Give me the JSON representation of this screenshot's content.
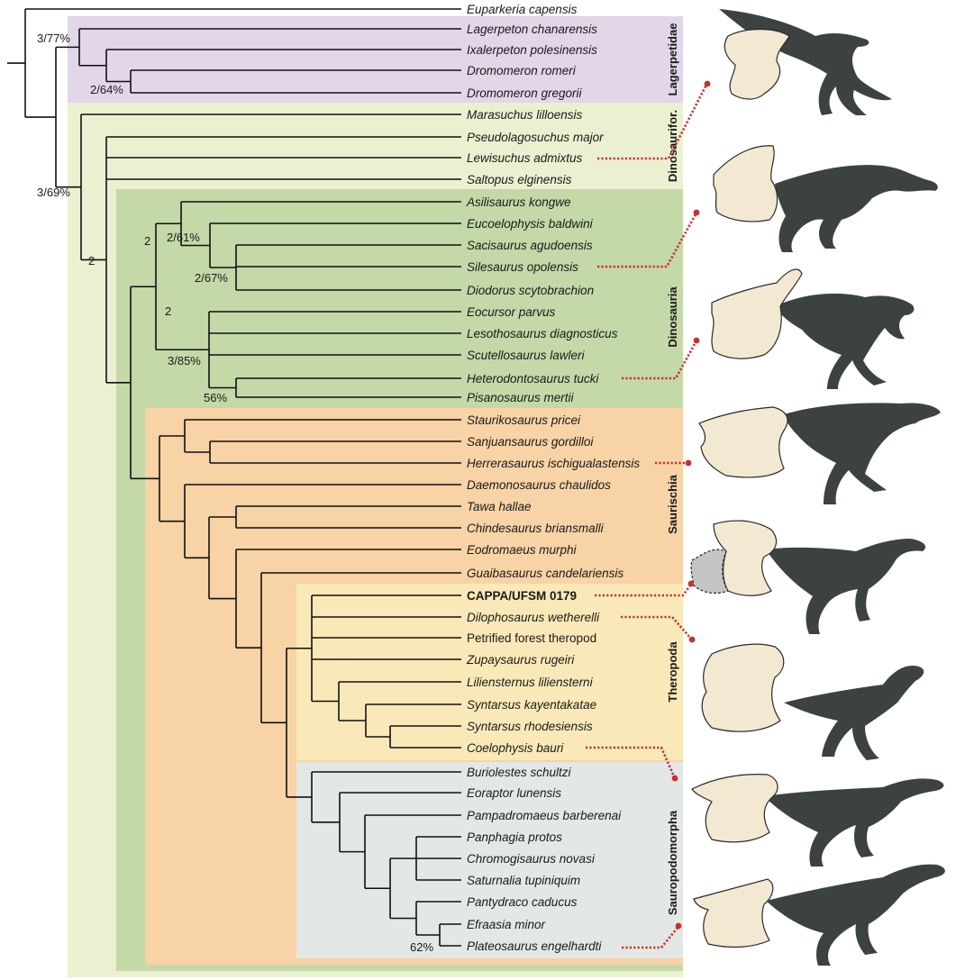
{
  "colors": {
    "lagerpetidae": "#e2d6e8",
    "dinosauriformes": "#ebf0d0",
    "dinosauria": "#c4d8a8",
    "saurischia": "#f7d3a6",
    "theropoda": "#fae9b8",
    "sauropodomorpha": "#e3e7e6",
    "leader": "#c7302e",
    "silhouette": "#3c4240",
    "bone": "#f3e8d2"
  },
  "clades": {
    "lagerpetidae": "Lagerpetidae",
    "dinosauriformes": "Dinosaurifor.",
    "dinosauria": "Dinosauria",
    "saurischia": "Saurischia",
    "theropoda": "Theropoda",
    "sauropodomorpha": "Sauropodomorpha"
  },
  "taxa": [
    {
      "name": "Euparkeria capensis",
      "style": "italic"
    },
    {
      "name": "Lagerpeton chanarensis",
      "style": "italic"
    },
    {
      "name": "Ixalerpeton polesinensis",
      "style": "italic"
    },
    {
      "name": "Dromomeron romeri",
      "style": "italic"
    },
    {
      "name": "Dromomeron gregorii",
      "style": "italic"
    },
    {
      "name": "Marasuchus lilloensis",
      "style": "italic"
    },
    {
      "name": "Pseudolagosuchus major",
      "style": "italic"
    },
    {
      "name": "Lewisuchus admixtus",
      "style": "italic"
    },
    {
      "name": "Saltopus elginensis",
      "style": "italic"
    },
    {
      "name": "Asilisaurus kongwe",
      "style": "italic"
    },
    {
      "name": "Eucoelophysis baldwini",
      "style": "italic"
    },
    {
      "name": "Sacisaurus agudoensis",
      "style": "italic"
    },
    {
      "name": "Silesaurus opolensis",
      "style": "italic"
    },
    {
      "name": "Diodorus scytobrachion",
      "style": "italic"
    },
    {
      "name": "Eocursor parvus",
      "style": "italic"
    },
    {
      "name": "Lesothosaurus diagnosticus",
      "style": "italic"
    },
    {
      "name": "Scutellosaurus lawleri",
      "style": "italic"
    },
    {
      "name": "Heterodontosaurus tucki",
      "style": "italic"
    },
    {
      "name": "Pisanosaurus mertii",
      "style": "italic"
    },
    {
      "name": "Staurikosaurus pricei",
      "style": "italic"
    },
    {
      "name": "Sanjuansaurus gordilloi",
      "style": "italic"
    },
    {
      "name": "Herrerasaurus ischigualastensis",
      "style": "italic"
    },
    {
      "name": "Daemonosaurus chaulidos",
      "style": "italic"
    },
    {
      "name": "Tawa hallae",
      "style": "italic"
    },
    {
      "name": "Chindesaurus briansmalli",
      "style": "italic"
    },
    {
      "name": "Eodromaeus murphi",
      "style": "italic"
    },
    {
      "name": "Guaibasaurus candelariensis",
      "style": "italic"
    },
    {
      "name": "CAPPA/UFSM 0179",
      "style": "bold"
    },
    {
      "name": "Dilophosaurus wetherelli",
      "style": "italic"
    },
    {
      "name": "Petrified forest theropod",
      "style": "plain"
    },
    {
      "name": "Zupaysaurus rugeiri",
      "style": "italic"
    },
    {
      "name": "Liliensternus liliensterni",
      "style": "italic"
    },
    {
      "name": "Syntarsus kayentakatae",
      "style": "italic"
    },
    {
      "name": "Syntarsus rhodesiensis",
      "style": "italic"
    },
    {
      "name": "Coelophysis bauri",
      "style": "italic"
    },
    {
      "name": "Buriolestes schultzi",
      "style": "italic"
    },
    {
      "name": "Eoraptor lunensis",
      "style": "italic"
    },
    {
      "name": "Pampadromaeus barberenai",
      "style": "italic"
    },
    {
      "name": "Panphagia protos",
      "style": "italic"
    },
    {
      "name": "Chromogisaurus novasi",
      "style": "italic"
    },
    {
      "name": "Saturnalia tupiniquim",
      "style": "italic"
    },
    {
      "name": "Pantydraco caducus",
      "style": "italic"
    },
    {
      "name": "Efraasia minor",
      "style": "italic"
    },
    {
      "name": "Plateosaurus engelhardti",
      "style": "italic"
    }
  ],
  "support_values": [
    "3/77%",
    "2/64%",
    "3/69%",
    "2",
    "2",
    "2/61%",
    "2/67%",
    "2",
    "3/85%",
    "56%",
    "62%"
  ],
  "illustrations": [
    {
      "name": "lagerpeton-ilium",
      "linked_taxon": "Lewisuchus admixtus"
    },
    {
      "name": "silesaurus-ilium",
      "linked_taxon": "Silesaurus opolensis"
    },
    {
      "name": "heterodontosaurus-ilium",
      "linked_taxon": "Heterodontosaurus tucki"
    },
    {
      "name": "herrerasaurus-ilium",
      "linked_taxon": "Herrerasaurus ischigualastensis"
    },
    {
      "name": "cappa-ilium",
      "linked_taxon": "CAPPA/UFSM 0179"
    },
    {
      "name": "dilophosaurus-ilium",
      "linked_taxon": "Dilophosaurus wetherelli"
    },
    {
      "name": "coelophysis-ilium",
      "linked_taxon": "Coelophysis bauri"
    },
    {
      "name": "plateosaurus-ilium",
      "linked_taxon": "Plateosaurus engelhardti"
    }
  ]
}
